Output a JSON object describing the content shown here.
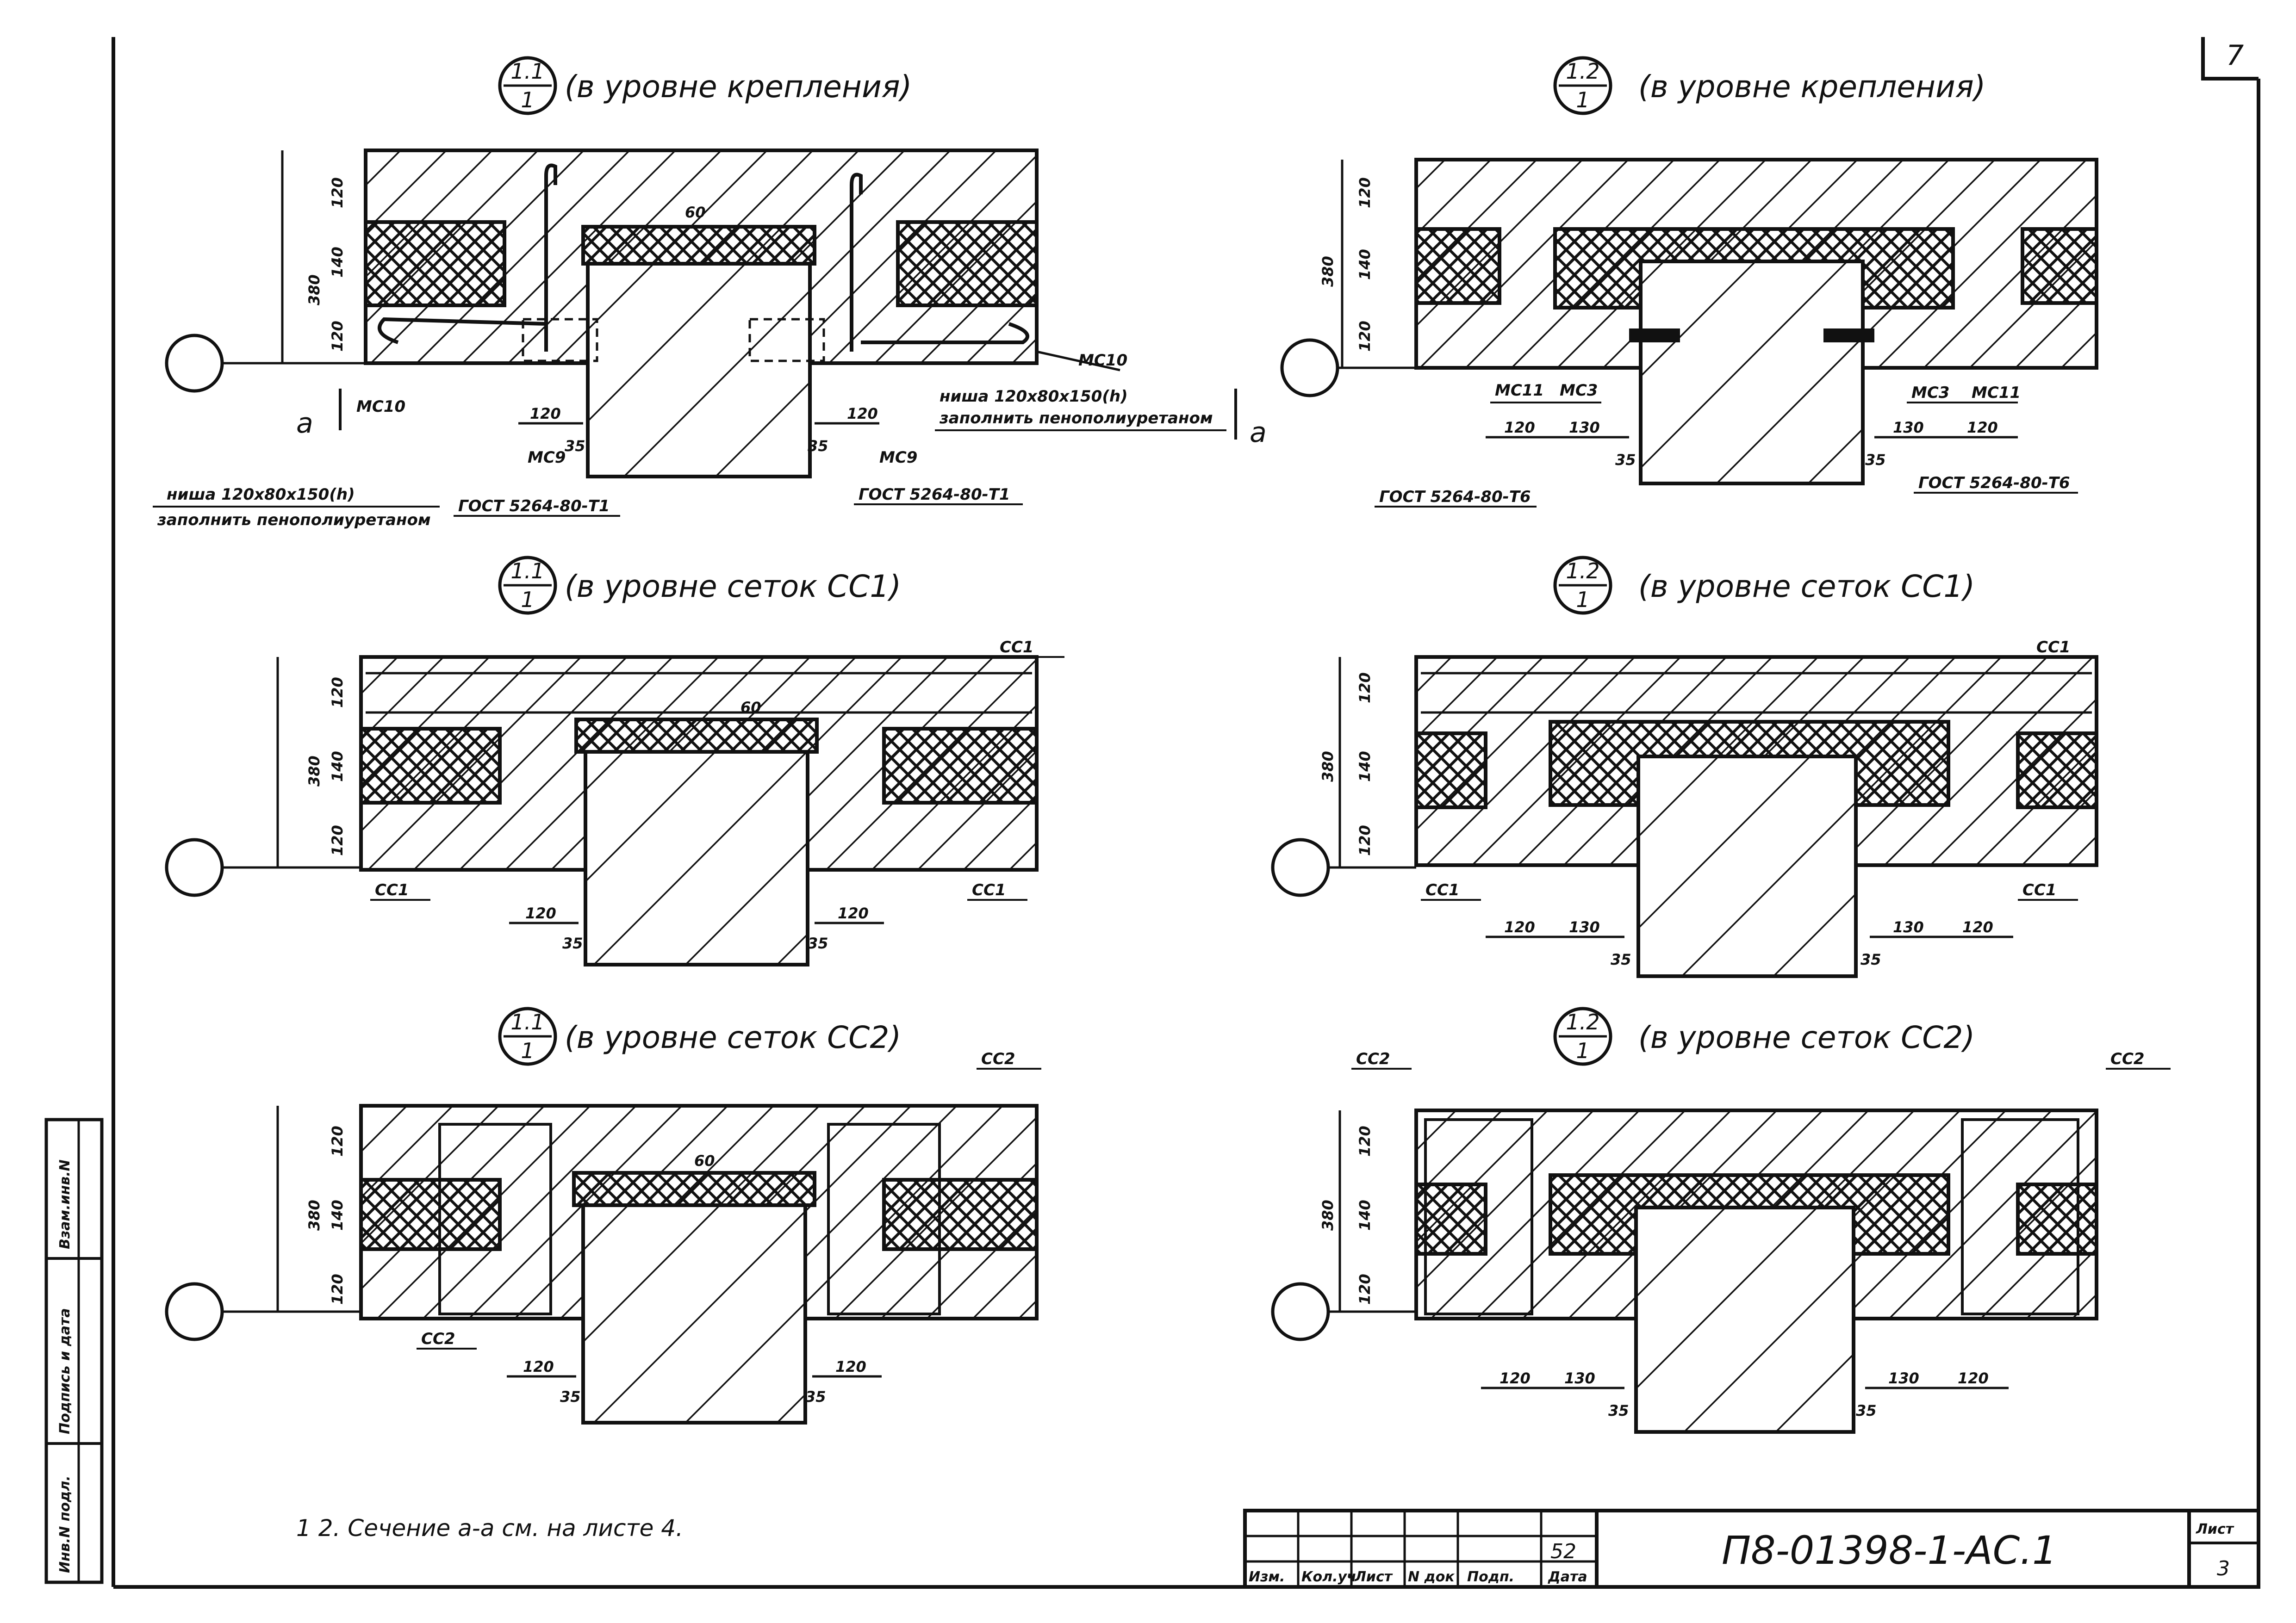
{
  "page_number": "7",
  "level_fastening": "(в уровне крепления)",
  "level_cc1": "(в уровне сеток СС1)",
  "level_cc2": "(в уровне сеток СС2)",
  "node_11_num": "1.1",
  "node_12_num": "1.2",
  "node_den": "1",
  "section_mark": "a",
  "dims": {
    "d120": "120",
    "d140": "140",
    "d380": "380",
    "d130": "130",
    "d35": "35",
    "d60": "60"
  },
  "parts": {
    "mc10": "МС10",
    "mc9": "МС9",
    "mc11": "МС11",
    "mc3": "МС3",
    "cc1": "СС1",
    "cc2": "СС2"
  },
  "notes": {
    "niche_line1": "ниша 120х80х150(h)",
    "niche_line2": "заполнить пенополиуретаном",
    "gost_t1": "ГОСТ 5264-80-Т1",
    "gost_t6": "ГОСТ 5264-80-Т6",
    "general": "1 2. Сечение а-а см. на листе 4."
  },
  "title_block": {
    "code": "П8-01398-1-АС.1",
    "sheet_label": "Лист",
    "sheet_number": "3",
    "rev": "52",
    "cols": [
      "Изм.",
      "Кол.уч",
      "Лист",
      "N док",
      "Подп.",
      "Дата"
    ]
  },
  "side_stamp": [
    "Инв.N подл.",
    "Подпись и дата",
    "Взам.инв.N"
  ]
}
